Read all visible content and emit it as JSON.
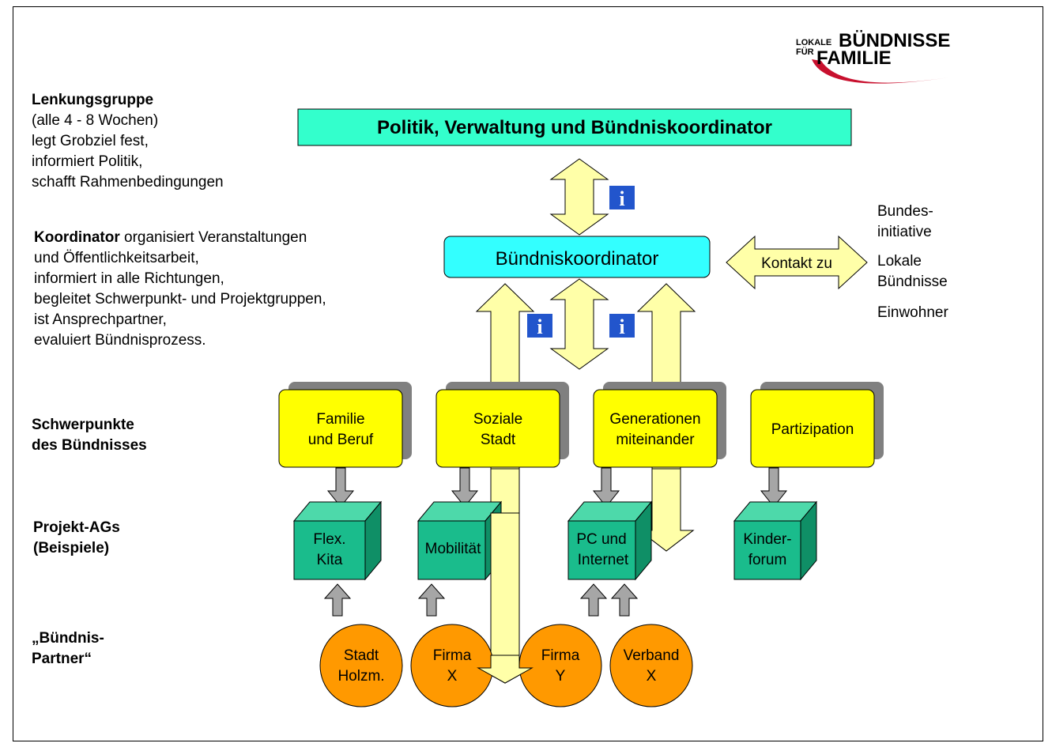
{
  "logo": {
    "small_top": "LOKALE",
    "small_bottom": "FÜR",
    "word1": "BÜNDNISSE",
    "word2": "FAMILIE"
  },
  "left_labels": {
    "lenkung_title": "Lenkungsgruppe",
    "lenkung_lines": [
      "(alle 4 - 8 Wochen)",
      "legt Grobziel fest,",
      "informiert Politik,",
      "schafft Rahmenbedingungen"
    ],
    "koordinator_bold": "Koordinator",
    "koordinator_first": " organisiert Veranstaltungen",
    "koordinator_lines": [
      "und Öffentlichkeitsarbeit,",
      "informiert in alle Richtungen,",
      "begleitet Schwerpunkt- und Projektgruppen,",
      "ist Ansprechpartner,",
      "evaluiert Bündnisprozess."
    ],
    "schwerpunkte": [
      "Schwerpunkte",
      "des Bündnisses"
    ],
    "projekt": [
      "Projekt-AGs",
      "(Beispiele)"
    ],
    "partner": [
      "„Bündnis-",
      "Partner“"
    ]
  },
  "top_box": "Politik, Verwaltung und Bündniskoordinator",
  "coordinator_box": "Bündniskoordinator",
  "info_icon": "i",
  "contact_arrow": "Kontakt zu",
  "right_targets": {
    "bund": [
      "Bundes-",
      "initiative"
    ],
    "lokal": [
      "Lokale",
      "Bündnisse"
    ],
    "einwohner": "Einwohner"
  },
  "focus_boxes": [
    [
      "Familie",
      "und Beruf"
    ],
    [
      "Soziale",
      "Stadt"
    ],
    [
      "Generationen",
      "miteinander"
    ],
    [
      "Partizipation"
    ]
  ],
  "project_cubes": [
    [
      "Flex.",
      "Kita"
    ],
    [
      "Mobilität"
    ],
    [
      "PC und",
      "Internet"
    ],
    [
      "Kinder-",
      "forum"
    ]
  ],
  "partners": [
    [
      "Stadt",
      "Holzm."
    ],
    [
      "Firma",
      "X"
    ],
    [
      "Firma",
      "Y"
    ],
    [
      "Verband",
      "X"
    ]
  ],
  "colors": {
    "top_box": "#33FFCC",
    "coordinator": "#33FFFF",
    "focus": "#FFFF00",
    "cube_front": "#1ABC8C",
    "cube_top": "#4DD9AA",
    "cube_side": "#0F8F66",
    "partner": "#FF9900",
    "arrow_fill": "#FFFFA8",
    "gray_arrow": "#A6A6A6",
    "info_icon": "#2255CC",
    "logo_red": "#C8102E"
  }
}
